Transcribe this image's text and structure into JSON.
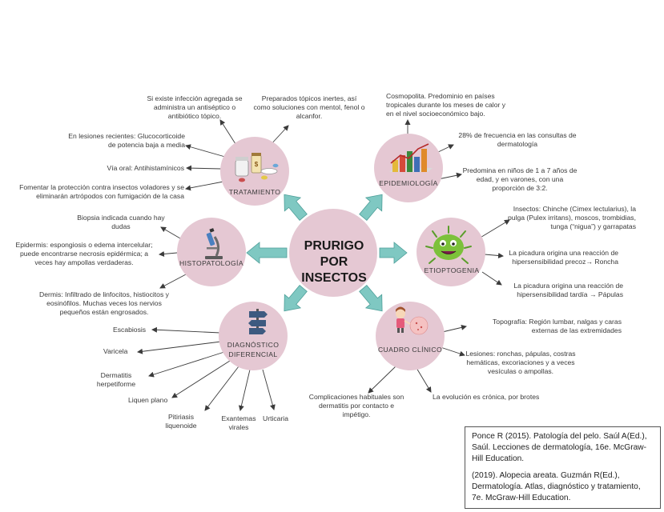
{
  "center": {
    "title_line1": "PRURIGO POR",
    "title_line2": "INSECTOS"
  },
  "colors": {
    "node_fill": "#e5c8d3",
    "arrow_fill": "#7fc8c2",
    "arrow_stroke": "#4d9f99",
    "line": "#3b3b3b"
  },
  "nodes": {
    "tratamiento": {
      "label": "TRATAMIENTO",
      "icon": "pills-icon",
      "items": [
        "Si existe infección agregada se administra un antiséptico o antibiótico tópico.",
        "Preparados tópicos inertes, así como soluciones con mentol, fenol o alcanfor.",
        "En lesiones recientes: Glucocorticoide de potencia baja a media",
        "Vía oral: Antihistamínicos",
        "Fomentar la protección contra insectos voladores y se eliminarán artrópodos con fumigación de la casa"
      ]
    },
    "epidemiologia": {
      "label": "EPIDEMIOLOGÍA",
      "icon": "bar-chart-icon",
      "items": [
        "Cosmopolita. Predominio en países tropicales durante los meses de calor y en el nivel socioeconómico bajo.",
        "28% de frecuencia en las consultas de dermatología",
        "Predomina en niños de 1 a 7 años de edad, y en varones, con una proporción de 3:2."
      ]
    },
    "etiopatogenia": {
      "label": "ETIOPTOGENIA",
      "icon": "germ-icon",
      "items": [
        "Insectos: Chinche (Cimex lectularius), la pulga (Pulex irritans), moscos, trombidias, tunga (“nigua”) y garrapatas",
        "La picadura origina una reacción de hipersensibilidad precoz→ Roncha",
        "La picadura origina una reacción de hipersensibilidad tardía → Pápulas"
      ]
    },
    "cuadro_clinico": {
      "label": "CUADRO CLÍNICO",
      "icon": "scratching-child-icon",
      "items": [
        "Topografía: Región lumbar, nalgas y caras externas de las extremidades",
        "Lesiones: ronchas, pápulas, costras hemáticas, excoriaciones y a veces vesículas o ampollas.",
        "La evolución es crónica, por brotes",
        "Complicaciones habituales son dermatitis por contacto e impétigo."
      ]
    },
    "diagnostico": {
      "label_line1": "DIAGNÓSTICO",
      "label_line2": "DIFERENCIAL",
      "icon": "signpost-icon",
      "items": [
        "Escabiosis",
        "Varicela",
        "Dermatitis herpetiforme",
        "Liquen plano",
        "Pitiriasis liquenoide",
        "Exantemas virales",
        "Urticaria"
      ]
    },
    "histopatologia": {
      "label": "HISTOPATOLOGÍA",
      "icon": "microscope-icon",
      "items": [
        "Biopsia indicada cuando hay dudas",
        "Epidermis: espongiosis o edema intercelular; puede encontrarse necrosis epidérmica; a veces hay ampollas verdaderas.",
        "Dermis: Infiltrado de linfocitos, histiocitos y eosinófilos. Muchas veces los nervios pequeños están engrosados."
      ]
    }
  },
  "references": [
    "Ponce R (2015). Patología del pelo. Saúl A(Ed.), Saúl. Lecciones de dermatología, 16e. McGraw-Hill Education.",
    "(2019). Alopecia areata. Guzmán R(Ed.), Dermatología. Atlas, diagnóstico y tratamiento, 7e. McGraw-Hill Education."
  ]
}
